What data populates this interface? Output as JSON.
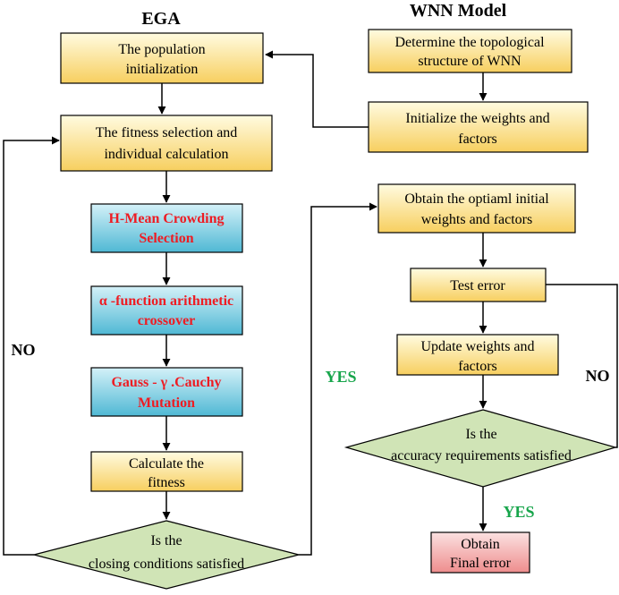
{
  "headers": {
    "ega": "EGA",
    "wnn": "WNN Model"
  },
  "ega": {
    "pop_init": [
      "The population",
      "initialization"
    ],
    "fitness_select": [
      "The fitness selection and",
      "individual calculation"
    ],
    "hmean": [
      "H-Mean Crowding",
      "Selection"
    ],
    "alpha": [
      "α -function arithmetic",
      "crossover"
    ],
    "gauss": [
      "Gauss - γ .Cauchy",
      "Mutation"
    ],
    "calc_fitness": [
      "Calculate the",
      "fitness"
    ],
    "closing": [
      "Is the",
      "closing conditions satisfied"
    ]
  },
  "wnn": {
    "topology": [
      "Determine the topological",
      "structure of WNN"
    ],
    "init_weights": [
      "Initialize the weights and",
      "factors"
    ],
    "optimal": [
      "Obtain the optiaml initial",
      "weights and factors"
    ],
    "test_error": "Test error",
    "update": [
      "Update weights and",
      "factors"
    ],
    "accuracy": [
      "Is the",
      "accuracy requirements satisfied"
    ],
    "final": [
      "Obtain",
      "Final error"
    ]
  },
  "labels": {
    "no_left": "NO",
    "yes_mid": "YES",
    "no_right": "NO",
    "yes_bottom": "YES"
  },
  "colors": {
    "yellow_top": "#fffbe0",
    "yellow_bottom": "#f7cf5f",
    "cyan_top": "#d4f1f8",
    "cyan_bottom": "#4fb8d4",
    "green_diamond": "#d0e4b6",
    "pink_top": "#fbe1e1",
    "pink_bottom": "#ee8d8d",
    "red_text": "#ee1c23",
    "green_text": "#17a54b"
  }
}
